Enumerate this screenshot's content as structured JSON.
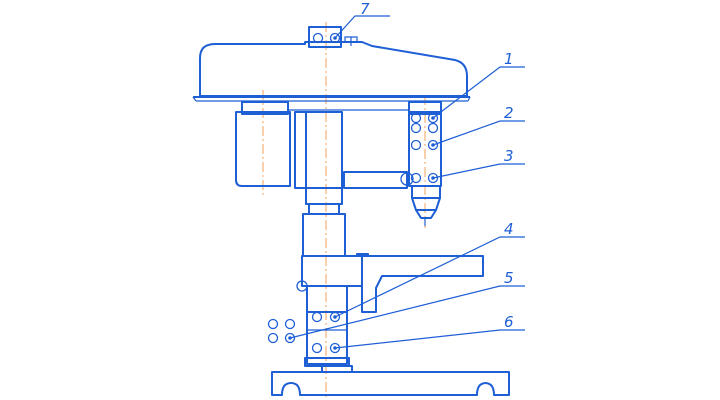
{
  "diagram": {
    "stroke_color": "#1f5fd6",
    "centerline_color": "#f2a35a",
    "callouts": [
      {
        "id": "1",
        "label": "1"
      },
      {
        "id": "2",
        "label": "2"
      },
      {
        "id": "3",
        "label": "3"
      },
      {
        "id": "4",
        "label": "4"
      },
      {
        "id": "5",
        "label": "5"
      },
      {
        "id": "6",
        "label": "6"
      },
      {
        "id": "7",
        "label": "7"
      }
    ]
  }
}
